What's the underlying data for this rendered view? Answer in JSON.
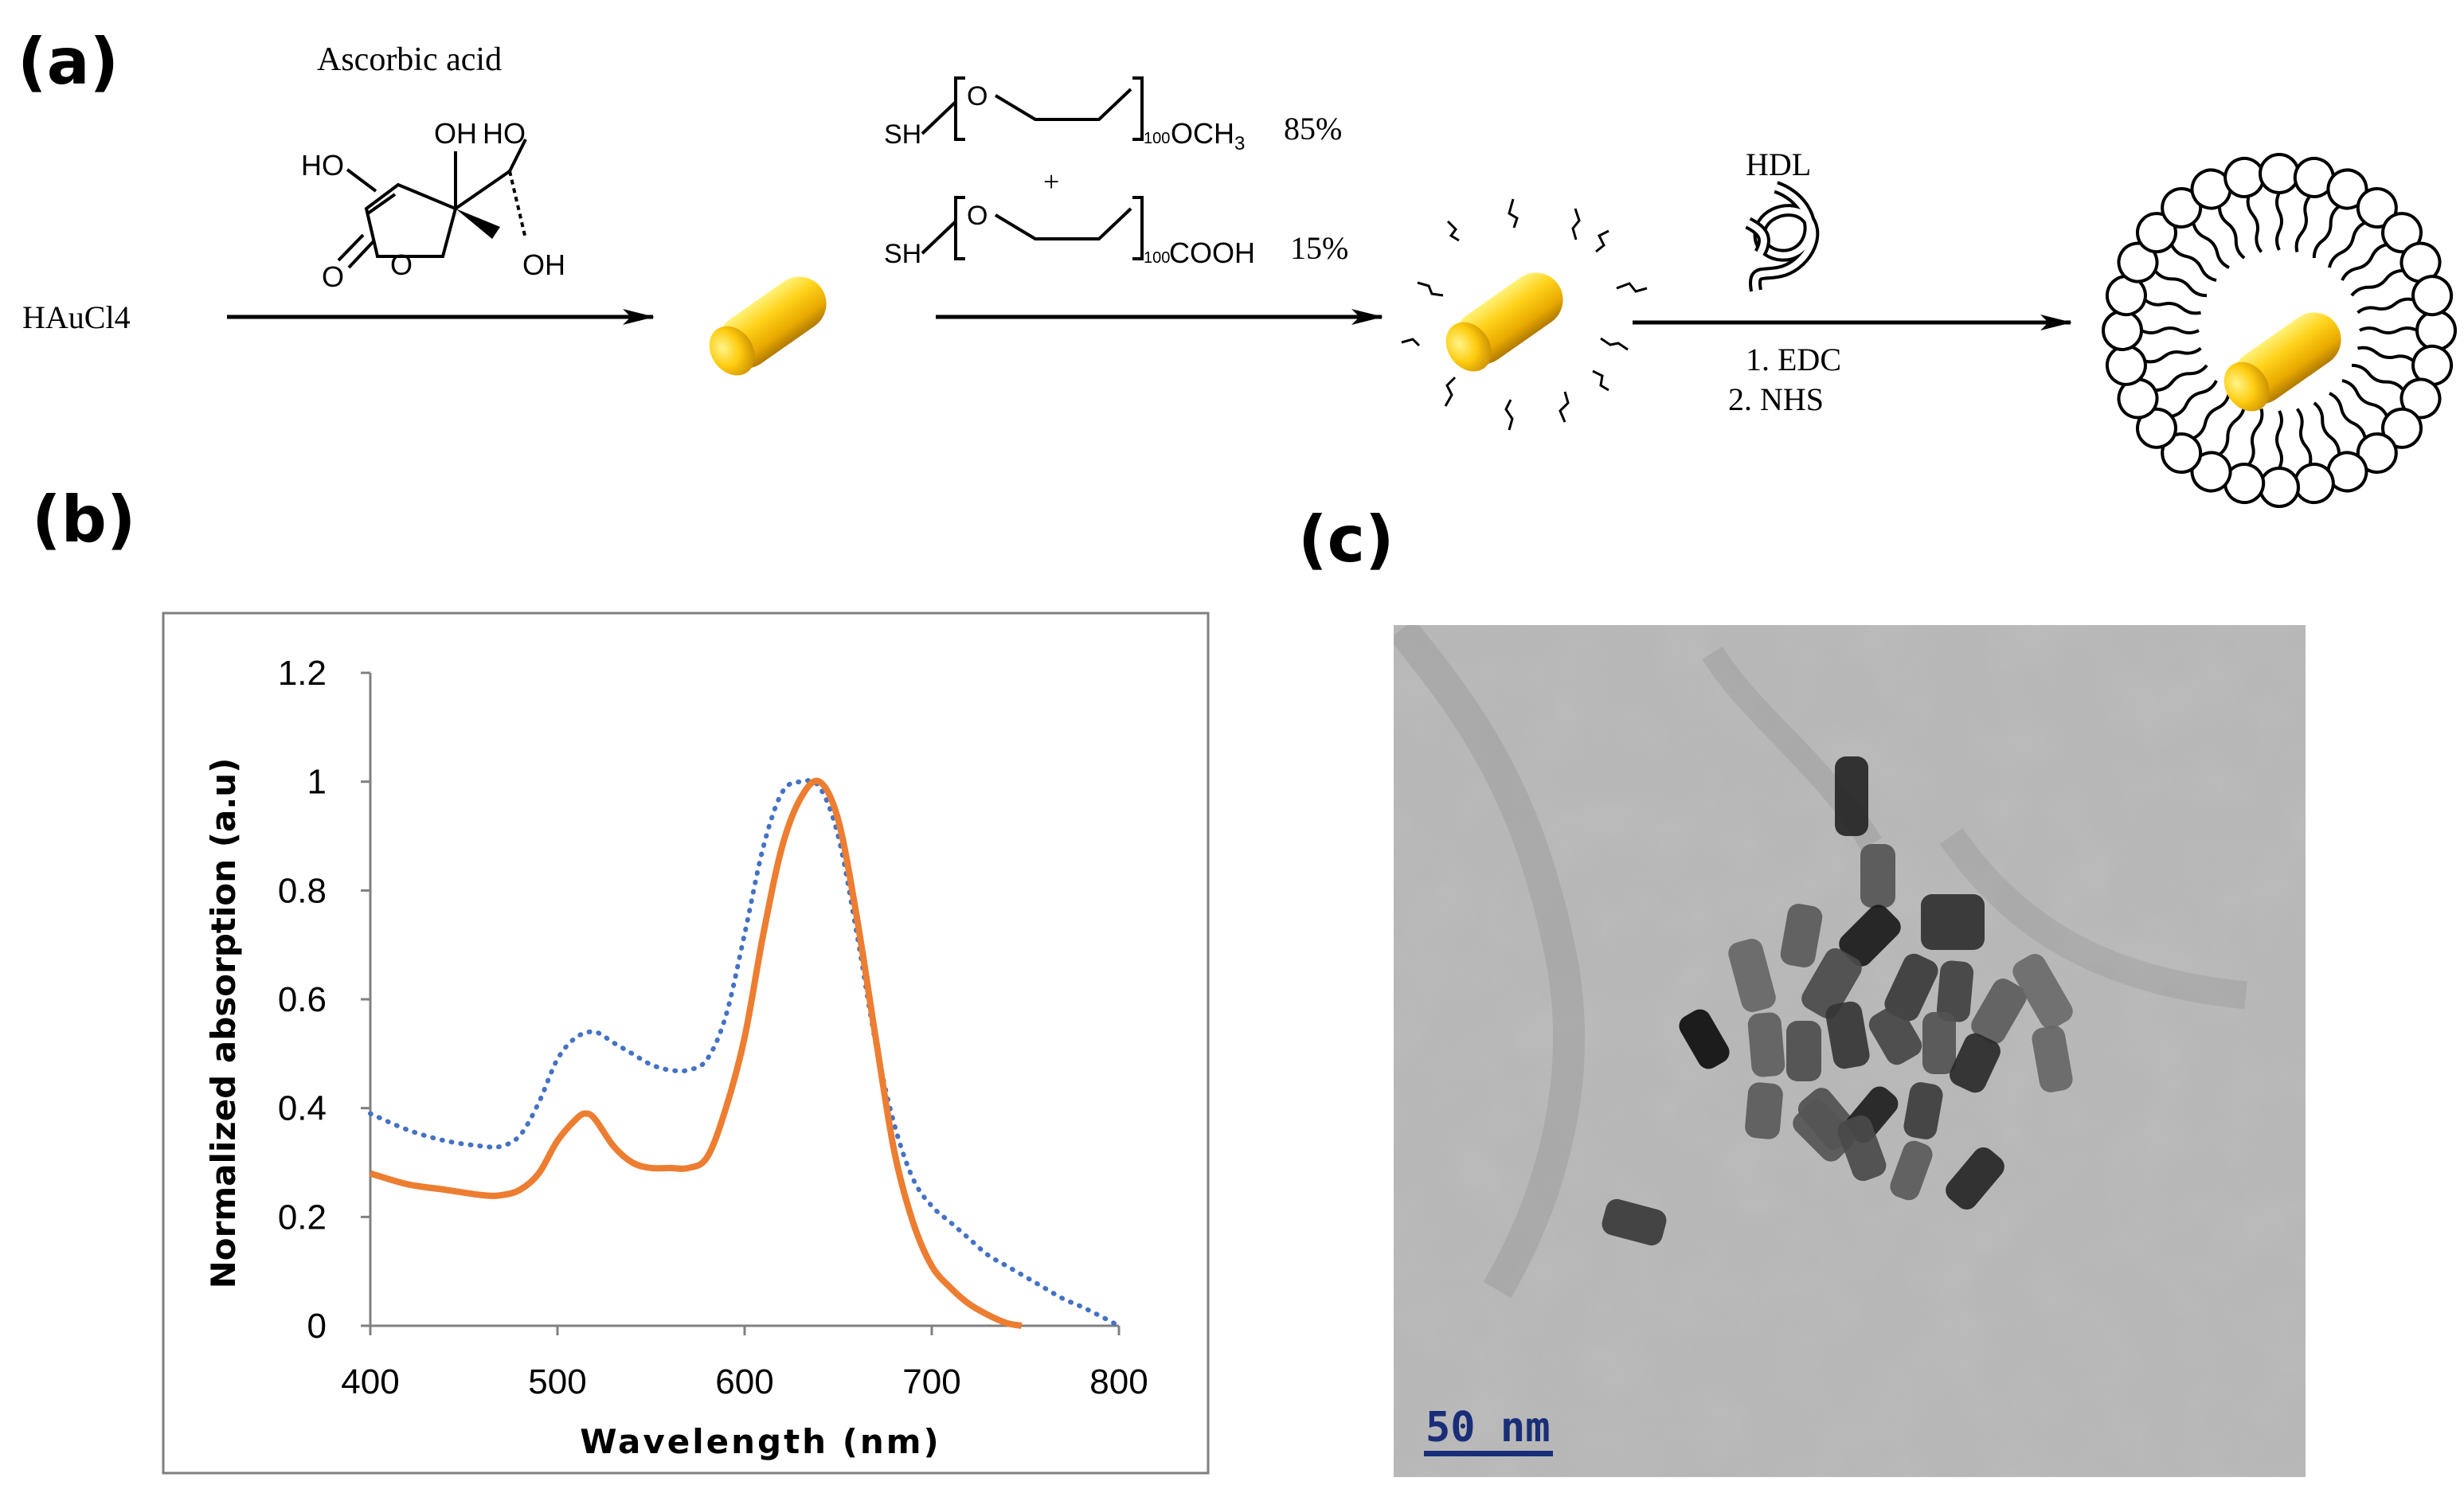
{
  "panels": {
    "a": {
      "label": "(a)",
      "reactant": "HAuCl4",
      "step1": {
        "reagent": "Ascorbic acid",
        "structure_atoms": [
          "HO",
          "OH",
          "HO",
          "O",
          "O",
          "OH"
        ]
      },
      "step2": {
        "peg1": {
          "sh": "SH",
          "o": "O",
          "n": "100",
          "end": "OCH",
          "end_sub": "3",
          "pct": "85%"
        },
        "plus": "+",
        "peg2": {
          "sh": "SH",
          "o": "O",
          "n": "100",
          "end": "COOH",
          "pct": "15%"
        }
      },
      "step3": {
        "reagent": "HDL",
        "conditions": [
          "1. EDC",
          "2. NHS"
        ]
      }
    },
    "b": {
      "label": "(b)"
    },
    "c": {
      "label": "(c)",
      "scale_bar": "50 nm"
    }
  },
  "chart_data": {
    "type": "line",
    "title": "",
    "xlabel": "Wavelength (nm)",
    "ylabel": "Normalized absorption (a.u)",
    "xlim": [
      400,
      800
    ],
    "ylim": [
      0,
      1.2
    ],
    "xticks": [
      "400",
      "500",
      "600",
      "700",
      "800"
    ],
    "yticks": [
      "0",
      "0.2",
      "0.4",
      "0.6",
      "0.8",
      "1",
      "1.2"
    ],
    "grid": false,
    "legend": "none",
    "series": [
      {
        "color": "#4472C4",
        "style": "dotted",
        "x": [
          400,
          420,
          440,
          460,
          470,
          480,
          490,
          500,
          510,
          520,
          530,
          540,
          550,
          560,
          570,
          580,
          590,
          600,
          610,
          620,
          630,
          640,
          650,
          660,
          670,
          680,
          690,
          700,
          710,
          720,
          730,
          740,
          750,
          760,
          770,
          780,
          790,
          800
        ],
        "y": [
          0.39,
          0.36,
          0.34,
          0.33,
          0.33,
          0.35,
          0.41,
          0.49,
          0.53,
          0.54,
          0.52,
          0.5,
          0.48,
          0.47,
          0.47,
          0.49,
          0.57,
          0.72,
          0.88,
          0.98,
          1.0,
          0.99,
          0.9,
          0.72,
          0.52,
          0.37,
          0.27,
          0.22,
          0.19,
          0.16,
          0.13,
          0.11,
          0.09,
          0.07,
          0.05,
          0.035,
          0.018,
          0.0
        ]
      },
      {
        "color": "#ED7D31",
        "style": "solid",
        "x": [
          400,
          420,
          440,
          460,
          470,
          480,
          490,
          500,
          510,
          515,
          520,
          530,
          540,
          550,
          560,
          570,
          580,
          590,
          600,
          610,
          620,
          630,
          640,
          650,
          660,
          670,
          680,
          690,
          700,
          710,
          720,
          730,
          740,
          748
        ],
        "y": [
          0.28,
          0.26,
          0.25,
          0.24,
          0.24,
          0.25,
          0.28,
          0.34,
          0.38,
          0.39,
          0.38,
          0.33,
          0.3,
          0.29,
          0.29,
          0.29,
          0.31,
          0.4,
          0.53,
          0.72,
          0.88,
          0.97,
          1.0,
          0.93,
          0.75,
          0.53,
          0.32,
          0.19,
          0.11,
          0.07,
          0.04,
          0.02,
          0.005,
          0.0
        ]
      }
    ]
  },
  "colors": {
    "gold_light": "#ffe95a",
    "gold": "#f5c000",
    "gold_dark": "#c98f00",
    "blue_dotted": "#4472C4",
    "orange_solid": "#ED7D31"
  }
}
